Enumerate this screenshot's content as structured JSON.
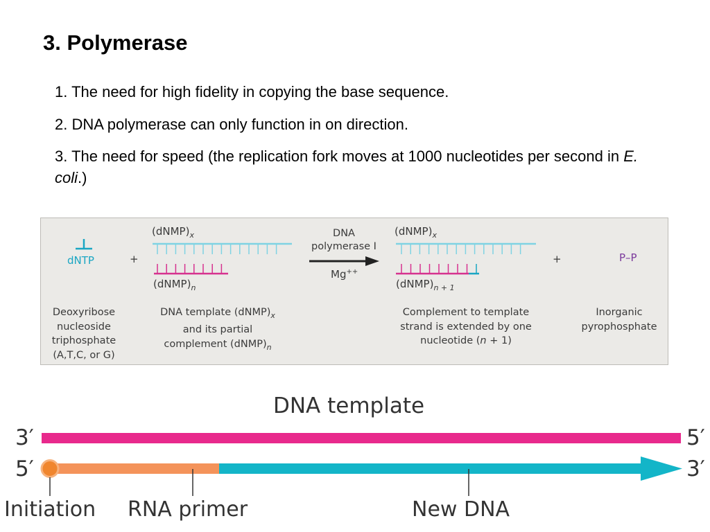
{
  "slide": {
    "title": "3. Polymerase",
    "points": [
      "1.  The need for high fidelity in copying the base sequence.",
      "2.  DNA polymerase can only function in on direction.",
      "3.  The need for speed (the replication fork moves at 1000 nucleotides per second in"
    ],
    "point3_italic": "E. coli",
    "point3_tail": ".)"
  },
  "reaction": {
    "dntp_label": "dNTP",
    "plus": "+",
    "dnmp_x": "(dNMP)",
    "dnmp_x_sub": "x",
    "dnmp_n": "(dNMP)",
    "dnmp_n_sub": "n",
    "dnmp_n1_sub": "n + 1",
    "enzyme_line1": "DNA",
    "enzyme_line2": "polymerase I",
    "cofactor": "Mg",
    "cofactor_sup": "++",
    "ppi_label": "P–P",
    "captions": {
      "dntp": [
        "Deoxyribose",
        "nucleoside",
        "triphosphate",
        "(A,T,C, or G)"
      ],
      "template_line1": "DNA template (dNMP)",
      "template_line1_sub": "x",
      "template_line2": "and its partial",
      "template_line3": "complement (dNMP)",
      "template_line3_sub": "n",
      "product_line1": "Complement to template",
      "product_line2": "strand is extended by one",
      "product_line3_a": "nucleotide (",
      "product_line3_n": "n",
      "product_line3_b": " + 1)",
      "ppi": [
        "Inorganic",
        "pyrophosphate"
      ]
    },
    "colors": {
      "template": "#7fd3e3",
      "complement": "#d6318f",
      "new_nucleotide": "#1aa6c3",
      "ppi": "#7b3a9c"
    }
  },
  "dna_diagram": {
    "title": "DNA template",
    "top_left_end": "3′",
    "top_right_end": "5′",
    "bottom_left_end": "5′",
    "bottom_right_end": "3′",
    "labels": {
      "initiation": "Initiation",
      "rna_primer": "RNA primer",
      "new_dna": "New DNA"
    },
    "colors": {
      "template": "#e8298c",
      "primer": "#f4935a",
      "new_dna": "#13b5c8",
      "origin": "#f0862e"
    }
  }
}
